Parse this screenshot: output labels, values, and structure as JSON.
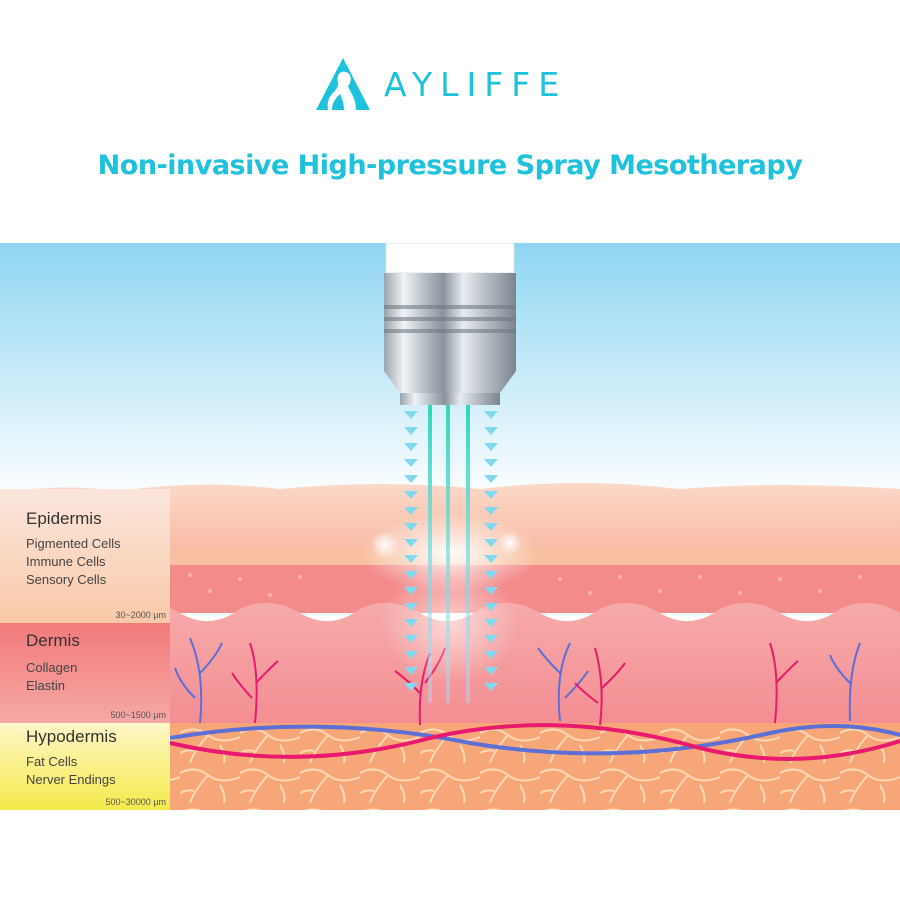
{
  "brand": {
    "name": "AYLIFFE",
    "color": "#1ec2dd"
  },
  "title": "Non-invasive High-pressure Spray Mesotherapy",
  "layers": [
    {
      "name": "Epidermis",
      "items": [
        "Pigmented Cells",
        "Immune Cells",
        "Sensory Cells"
      ],
      "depth": "30~2000 μm",
      "color": "#f9c9a8"
    },
    {
      "name": "Dermis",
      "items": [
        "Collagen",
        "Elastin"
      ],
      "depth": "500~1500 μm",
      "color": "#f27a7a"
    },
    {
      "name": "Hypodermis",
      "items": [
        "Fat Cells",
        "Nerver Endings"
      ],
      "depth": "500~30000 μm",
      "color": "#f4ea4a"
    }
  ],
  "icons": {
    "logo": "woman-silhouette-a-icon",
    "device": "spray-nozzle-icon"
  },
  "colors": {
    "sky_top": "#8fd6f2",
    "spray": "#3fdcc8",
    "vessel_red": "#e8196e",
    "vessel_blue": "#5b6fd6"
  }
}
